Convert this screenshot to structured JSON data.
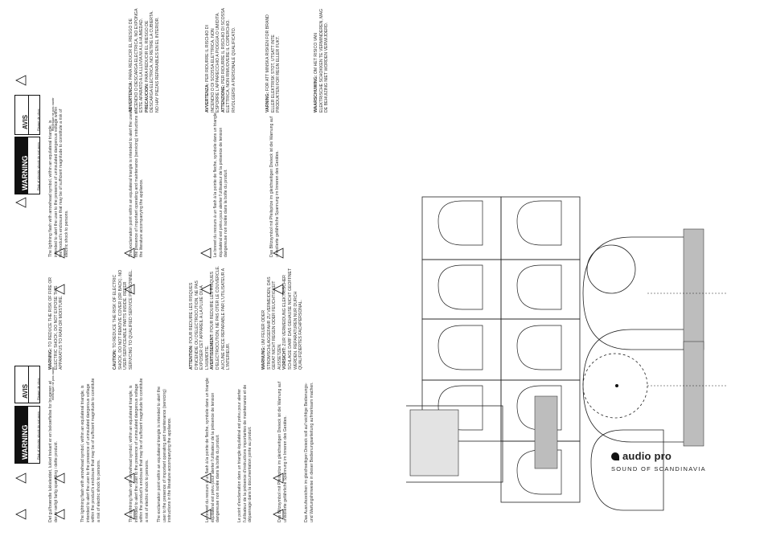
{
  "brand": {
    "name": "audio pro",
    "tagline": "SOUND OF SCANDINAVIA"
  },
  "warning_boxes": [
    {
      "title": "WARNING",
      "sub": "Risk of electric shock do not open"
    },
    {
      "title": "AVIS",
      "sub": "Risque de choc électrique ne pas ouvrir"
    }
  ],
  "left_blocks": [
    {
      "lang": "DK",
      "text": "Det gul/brændte lukkeleddet, lukket trekant er en bekræftelse for brugeren at der er rørligt farlig spænding i dette produkt."
    },
    {
      "lang": "EN",
      "text": "The lightning flash with arrowhead symbol, within an equilateral triangle, is intended to alert the user to the presence of uninsulated dangerous voltage within the product's enclosure that may be of sufficient magnitude to constitute a risk of electric shock to persons."
    },
    {
      "lang": "EN2",
      "text": "The exclamation point within an equilateral triangle is intended to alert the user to the presence of important operating and maintenance (servicing) instructions in the literature accompanying the appliance."
    },
    {
      "lang": "FR",
      "text": "Le brevet du recours à un flash à la pointe de fleche, symbole dans un triangle équilatéral est prévu pour alerter l'utilisateur de la présence de tension dangereuse non isolée dans la boîte du produit."
    },
    {
      "lang": "FR2",
      "text": "Le point d'exclamation dans un triangle équilatéral est prévu pour alerter l'utilisateur de la présence d'instructions importantes de maintenance et de dépannage dans la documentation jointe au produit."
    },
    {
      "lang": "DE",
      "text": "Das Blitzsymbol mit Pfeilspitze im gleichseitigen Dreieck ist die Warnung auf unisolierte gefährliche Spannung im Inneren des Gerätes."
    },
    {
      "lang": "DE2",
      "text": "Das Ausrufezeichen im gleichseitigen Dreieck soll auf wichtige Bedienungs- und Wartungshinweise in dieser Bedienungsanleitung aufmerksam machen."
    }
  ],
  "mid_blocks": [
    {
      "head": "WARNING:",
      "text": "TO REDUCE THE RISK OF FIRE OR ELECTRIC SHOCK, DO NOT EXPOSE THIS APPARATUS TO RAIN OR MOISTURE."
    },
    {
      "head": "CAUTION:",
      "text": "TO REDUCE THE RISK OF ELECTRIC SHOCK, DO NOT REMOVE COVER (OR BACK). NO USER-SERVICEABLE PARTS INSIDE. REFER SERVICING TO QUALIFIED SERVICE PERSONNEL."
    },
    {
      "head": "ATTENTION:",
      "text": "POUR REDUIRE LES RISQUES D'INCENDIE OU D'ELECTROCUTION, NE PAS EXPOSER CET APPAREIL A LA PLUIE OU A L'HUMIDITE."
    },
    {
      "head": "AVERTISSEMENT:",
      "text": "POUR REDUIRE LES RISQUES D'ELECTROCUTION, NE PAS OTER LE COUVERCLE. AUCUNE PIECE REPARABLE PAR L'UTILISATEUR A L'INTERIEUR."
    },
    {
      "head": "WARNUNG:",
      "text": "UM FEUER ODER STROMSCHLAGGEFAHR ZU VERMEIDEN, DAS GERAT NICHT REGEN ODER FEUCHTIGKEIT AUSSETZEN."
    },
    {
      "head": "VORSICHT:",
      "text": "ZUR VERMEIDUNG ELEKTRISCHER SCHLAGE DARF DAS GEHAUSE NICHT GEOFFNET WERDEN. REPARATUREN NUR DURCH QUALIFIZIERTES FACHPERSONAL."
    }
  ],
  "right_blocks": [
    {
      "head": "ADVERTENCIA:",
      "text": "PARA REDUCIR EL RIESGO DE INCENDIO O DESCARGA ELECTRICA, NO EXPONGA ESTE APARATO A LA LLUVIA NI A LA HUMEDAD."
    },
    {
      "head": "PRECAUCION:",
      "text": "PARA REDUCIR EL RIESGO DE DESCARGA ELECTRICA, NO RETIRE LA CUBIERTA. NO HAY PIEZAS REPARABLES EN EL INTERIOR."
    },
    {
      "head": "AVVERTENZA:",
      "text": "PER RIDURRE IL RISCHIO DI INCENDIO O DI SCOSSA ELETTRICA, NON ESPORRE L'APPARECCHIO A PIOGGIA O UMIDITA."
    },
    {
      "head": "ATTENZIONE:",
      "text": "PER RIDURRE IL RISCHIO DI SCOSSA ELETTRICA, NON RIMUOVERE IL COPERCHIO. RIVOLGERSI A PERSONALE QUALIFICATO."
    },
    {
      "head": "VARNING:",
      "text": "FOR ATT MINSKA RISKEN FOR BRAND ELLER ELEKTRISK STOT, UTSATT INTE PRODUKTEN FOR REGN ELLER FUKT."
    },
    {
      "head": "WAARSCHUWING:",
      "text": "OM HET RISICO VAN ELEKTRISCHE SCHOKKEN TE VERMINDEREN, MAG DE BEHUIZING NIET WORDEN VERWIJDERD."
    }
  ],
  "figures": [
    {
      "id": "fig-a"
    },
    {
      "id": "fig-b"
    },
    {
      "id": "fig-c"
    },
    {
      "id": "fig-d"
    },
    {
      "id": "fig-e"
    },
    {
      "id": "fig-f"
    },
    {
      "id": "fig-g"
    },
    {
      "id": "fig-h"
    },
    {
      "id": "fig-i"
    }
  ],
  "colors": {
    "ink": "#222222",
    "grey_fill": "#bdbdbd",
    "light_fill": "#e0e0e0",
    "black": "#111111"
  }
}
